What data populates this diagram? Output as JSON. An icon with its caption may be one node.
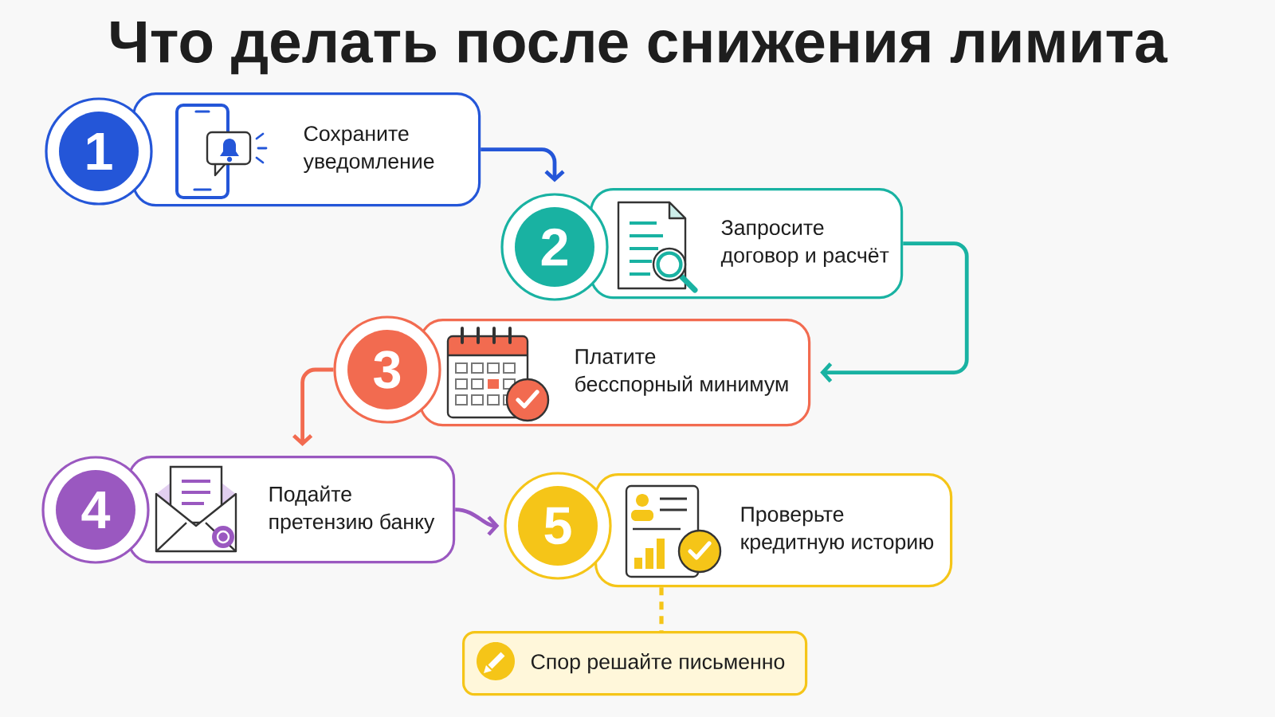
{
  "diagram": {
    "title": "Что делать после снижения лимита",
    "nodes": [
      {
        "text": [
          "1"
        ]
      },
      {
        "text": [
          "Сохраните уведомление"
        ]
      },
      {
        "text": [
          "2"
        ]
      },
      {
        "text": [
          "Запросите договор и расчёт"
        ]
      },
      {
        "text": [
          "3"
        ]
      },
      {
        "text": [
          "Платите бесспорный минимум"
        ]
      },
      {
        "text": [
          "4"
        ]
      },
      {
        "text": [
          "Подайте претензию банку"
        ]
      },
      {
        "text": [
          "5"
        ]
      },
      {
        "text": [
          "Проверьте кредитную историю"
        ]
      },
      {
        "text": [
          "Спор решайте письменно"
        ]
      }
    ],
    "edges": [
      {
        "from": 1,
        "to": 2,
        "arrow": "to",
        "color": "#2456d8"
      },
      {
        "from": 3,
        "to": 5,
        "arrow": "to",
        "color": "#19b2a2"
      },
      {
        "from": 4,
        "to": 7,
        "arrow": "to",
        "color": "#f26b50"
      },
      {
        "from": 7,
        "to": 8,
        "arrow": "to",
        "color": "#9a58c0"
      },
      {
        "from": 9,
        "to": 10,
        "arrow": "none",
        "style": "dashed",
        "color": "#f5c518"
      }
    ]
  }
}
